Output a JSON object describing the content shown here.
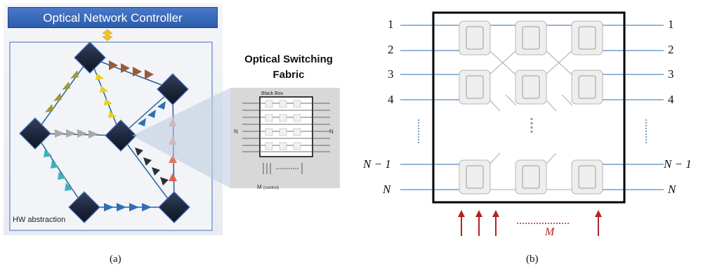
{
  "panel_a": {
    "controller_title": "Optical Network Controller",
    "fabric_title_line1": "Optical Switching",
    "fabric_title_line2": "Fabric",
    "black_box_label": "Black Box",
    "n_label": "N",
    "m_label": "M",
    "m_subscript": "(control)",
    "hw_label": "HW abstraction",
    "caption": "(a)"
  },
  "panel_b": {
    "left_ports": [
      "1",
      "2",
      "3",
      "4",
      "N − 1",
      "N"
    ],
    "right_ports": [
      "1",
      "2",
      "3",
      "4",
      "N − 1",
      "N"
    ],
    "m_label": "M",
    "caption": "(b)"
  },
  "colors": {
    "controller": "#3565b9",
    "node": "#1e2940",
    "box_border": "#000000",
    "wire": "#2a6db0",
    "control_arrow": "#b22222",
    "switch_fill": "#eeeeee",
    "switch_stroke": "#b5b5b5"
  }
}
